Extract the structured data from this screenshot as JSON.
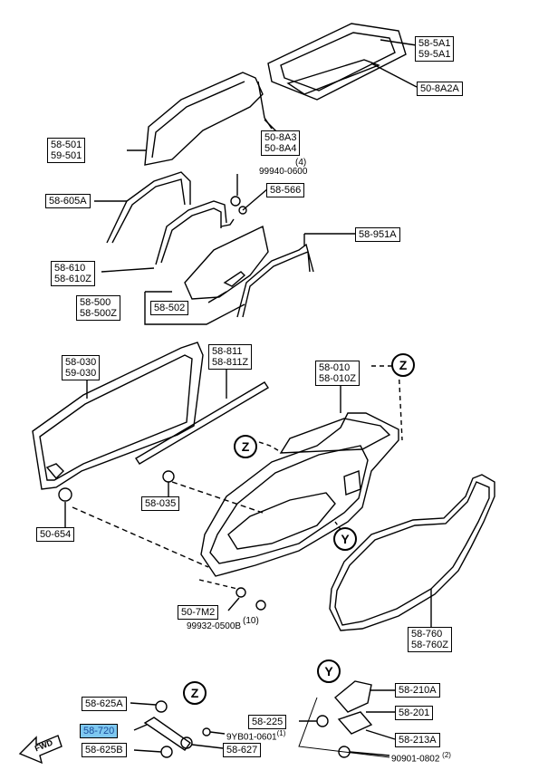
{
  "labels": {
    "l_58_5a1": [
      "58-5A1",
      "59-5A1"
    ],
    "l_50_8a2a": [
      "50-8A2A"
    ],
    "l_58_501": [
      "58-501",
      "59-501"
    ],
    "l_50_8a3": [
      "50-8A3",
      "50-8A4"
    ],
    "l_58_566": [
      "58-566"
    ],
    "l_58_605a": [
      "58-605A"
    ],
    "l_58_951a": [
      "58-951A"
    ],
    "l_58_610": [
      "58-610",
      "58-610Z"
    ],
    "l_58_500": [
      "58-500",
      "58-500Z"
    ],
    "l_58_502": [
      "58-502"
    ],
    "l_58_030": [
      "58-030",
      "59-030"
    ],
    "l_58_811": [
      "58-811",
      "58-811Z"
    ],
    "l_58_010": [
      "58-010",
      "58-010Z"
    ],
    "l_58_035": [
      "58-035"
    ],
    "l_50_654": [
      "50-654"
    ],
    "l_50_7m2": [
      "50-7M2"
    ],
    "l_58_760": [
      "58-760",
      "58-760Z"
    ],
    "l_58_210a": [
      "58-210A"
    ],
    "l_58_625a": [
      "58-625A"
    ],
    "l_58_225": [
      "58-225"
    ],
    "l_58_201": [
      "58-201"
    ],
    "l_58_720": [
      "58-720"
    ],
    "l_58_213a": [
      "58-213A"
    ],
    "l_58_625b": [
      "58-625B"
    ],
    "l_58_627": [
      "58-627"
    ]
  },
  "plain_text": {
    "p_99940": "99940-0600",
    "p_qty4": "(4)",
    "p_99932": "99932-0500B",
    "p_qty10": "(10)",
    "p_9yb01": "9YB01-0601",
    "p_qty1": "(1)",
    "p_90901": "90901-0802",
    "p_qty2": "(2)"
  },
  "markers": {
    "z1": "Z",
    "z2": "Z",
    "z3": "Z",
    "y1": "Y",
    "y2": "Y"
  },
  "fwd_label": "FWD",
  "highlight_color": "#7ec8f0"
}
